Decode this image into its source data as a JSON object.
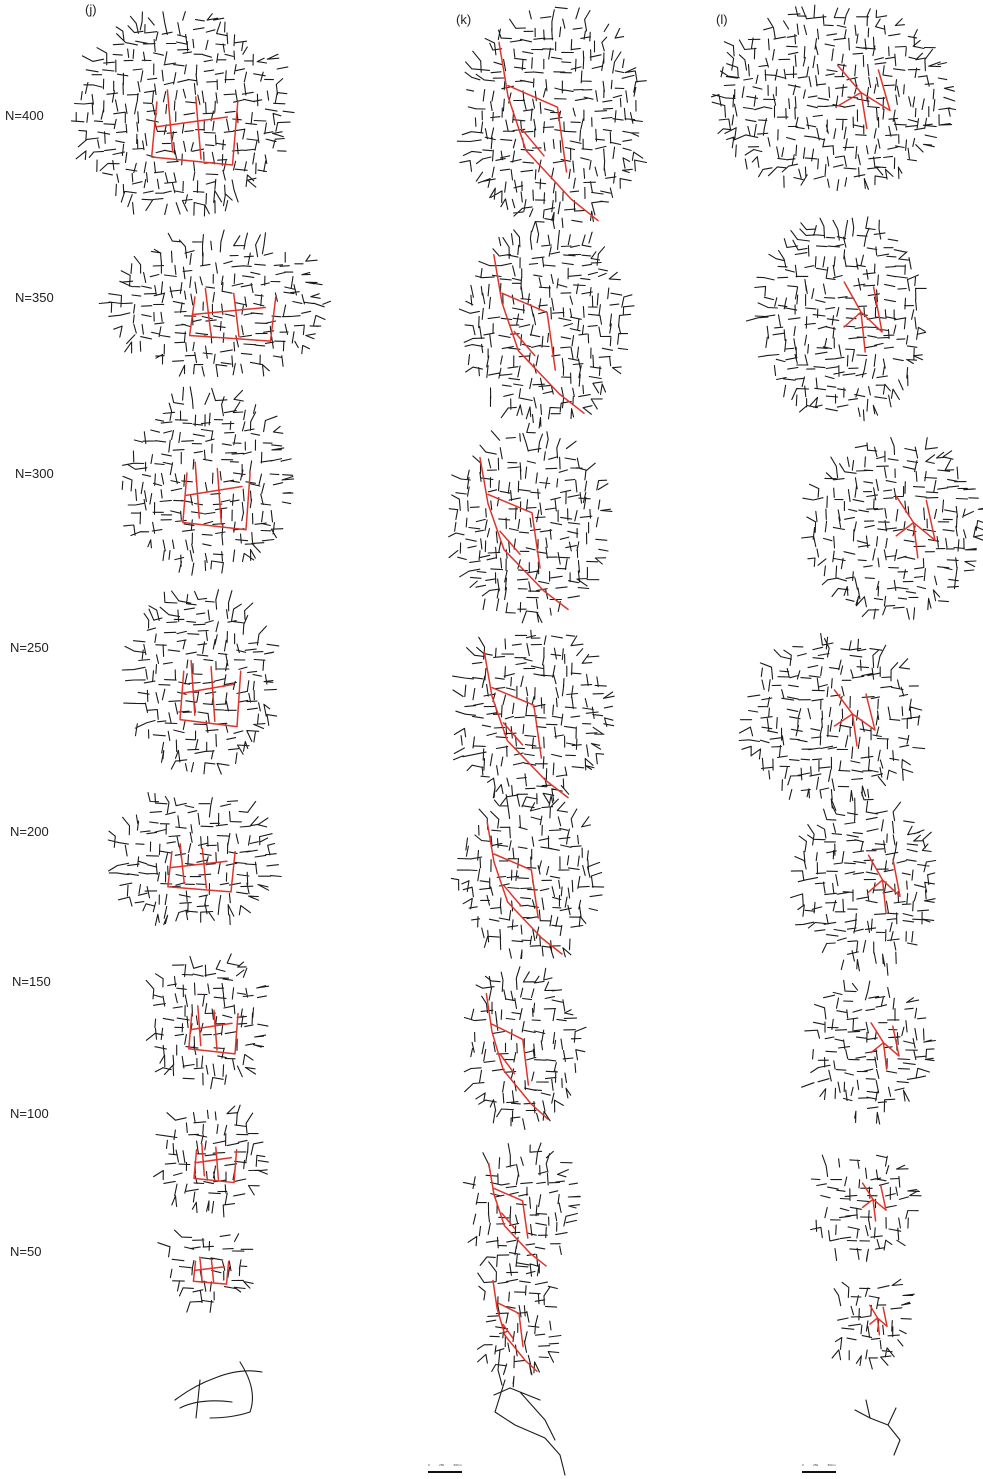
{
  "figure": {
    "panels": [
      {
        "id": "j",
        "label": "(j)"
      },
      {
        "id": "k",
        "label": "(k)"
      },
      {
        "id": "l",
        "label": "(l)"
      }
    ],
    "rows": [
      {
        "label": "N=400"
      },
      {
        "label": "N=350"
      },
      {
        "label": "N=300"
      },
      {
        "label": "N=250"
      },
      {
        "label": "N=200"
      },
      {
        "label": "N=150"
      },
      {
        "label": "N=100"
      },
      {
        "label": "N=50"
      },
      {
        "label": ""
      }
    ],
    "colors": {
      "network": "#1a1a1a",
      "highlight": "#e0342b",
      "background": "#ffffff"
    },
    "scalebars": [
      {
        "panel": "k",
        "ticks": [
          "0",
          "250",
          "500 m"
        ]
      },
      {
        "panel": "l",
        "ticks": [
          "0",
          "250",
          "500 m"
        ]
      }
    ]
  }
}
